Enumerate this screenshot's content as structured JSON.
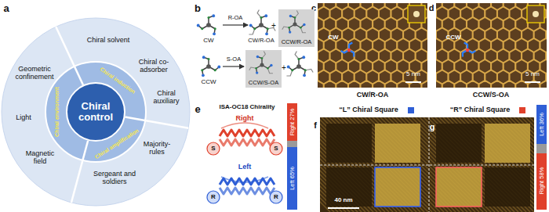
{
  "diagram": {
    "nodes": [
      {
        "text": [
          "Chiral control"
        ]
      },
      {
        "text": [
          "CCW/R-OA"
        ]
      },
      {
        "text": [
          "CCW/S-OA"
        ]
      }
    ],
    "labels": [
      "a",
      "Chiral solvent",
      "Geometric confinement",
      "Chiral co-adsorber",
      "Chiral auxiliary",
      "Light",
      "Magnetic field",
      "Majority-rules",
      "Sergeant and soldiers",
      "Chiral environment",
      "Chiral induction",
      "Chiral amplification",
      "b",
      "CW",
      "R-OA",
      "CW/R-OA",
      "+",
      "CCW",
      "S-OA",
      "+",
      "c",
      "CW",
      "5 nm",
      "CW/R-OA",
      "d",
      "CCW",
      "5 nm",
      "CCW/S-OA",
      "e",
      "ISA-OC18 Chirality",
      "Right",
      "S",
      "S",
      "Left",
      "R",
      "R",
      "Right 27%",
      "Left 65%",
      "f",
      "“L” Chiral Square",
      "40 nm",
      "g",
      "“R” Chiral Square",
      "Left 36%",
      "Right 58%"
    ]
  }
}
